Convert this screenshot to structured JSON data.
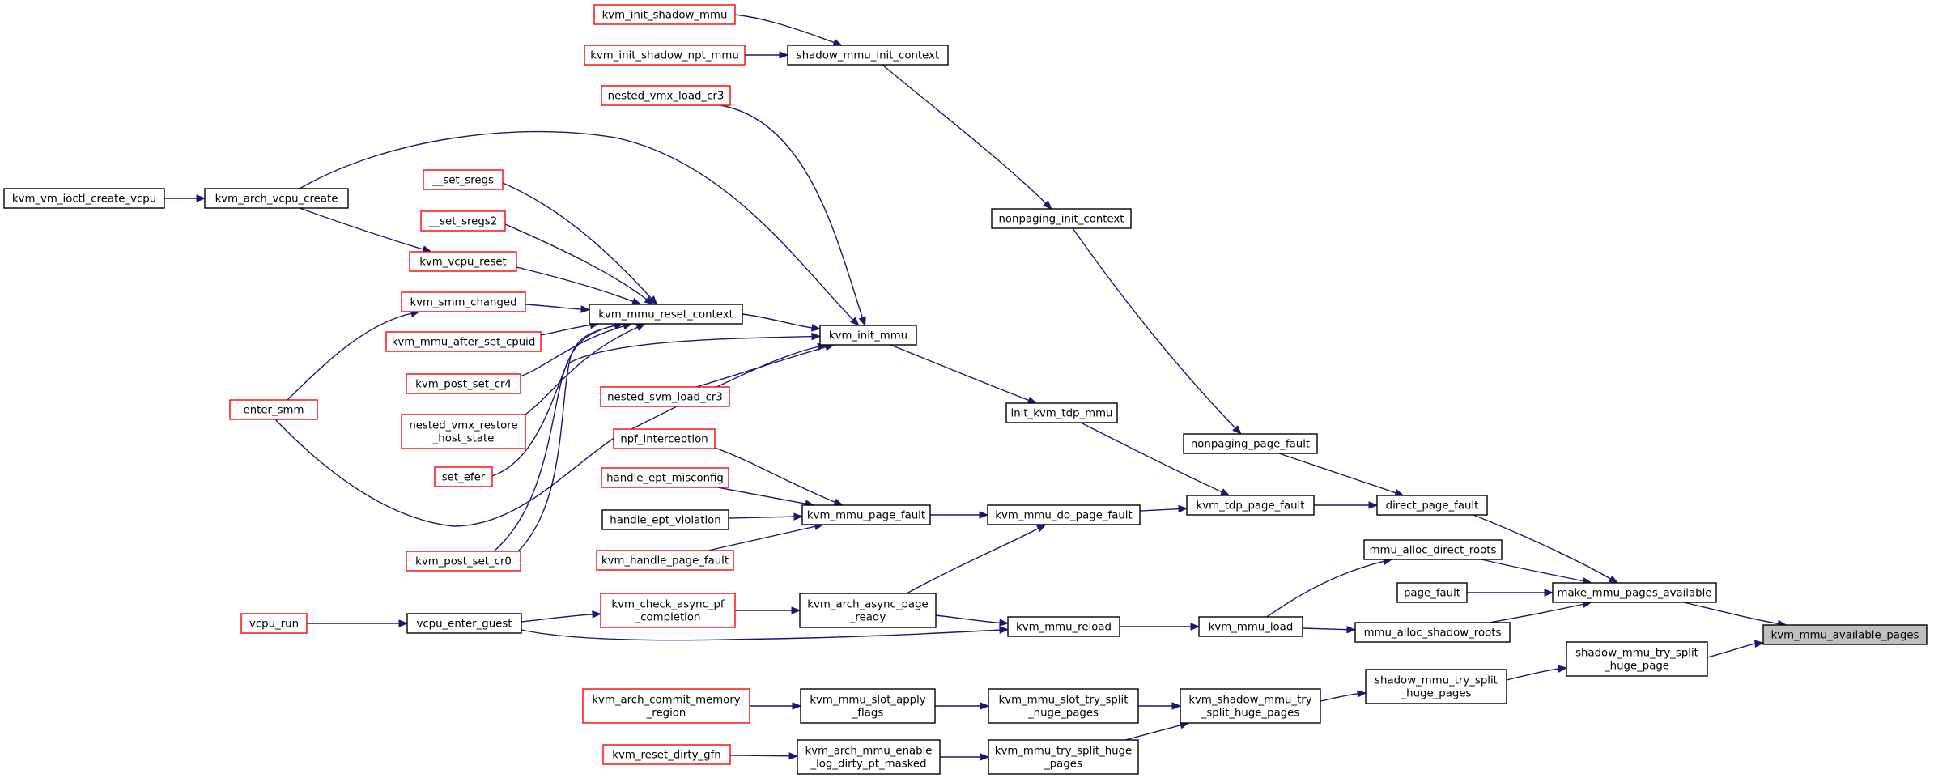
{
  "diagram": {
    "nodes": [
      {
        "id": "kvm_mmu_available_pages",
        "lines": [
          "kvm_mmu_available_pages"
        ],
        "style": "root"
      },
      {
        "id": "make_mmu_pages_available",
        "lines": [
          "make_mmu_pages_available"
        ],
        "style": "black"
      },
      {
        "id": "shadow_mmu_try_split_huge_page",
        "lines": [
          "shadow_mmu_try_split",
          "_huge_page"
        ],
        "style": "black"
      },
      {
        "id": "direct_page_fault",
        "lines": [
          "direct_page_fault"
        ],
        "style": "black"
      },
      {
        "id": "mmu_alloc_direct_roots",
        "lines": [
          "mmu_alloc_direct_roots"
        ],
        "style": "black"
      },
      {
        "id": "page_fault",
        "lines": [
          "page_fault"
        ],
        "style": "black"
      },
      {
        "id": "mmu_alloc_shadow_roots",
        "lines": [
          "mmu_alloc_shadow_roots"
        ],
        "style": "black"
      },
      {
        "id": "shadow_mmu_try_split_huge_pages",
        "lines": [
          "shadow_mmu_try_split",
          "_huge_pages"
        ],
        "style": "black"
      },
      {
        "id": "nonpaging_page_fault",
        "lines": [
          "nonpaging_page_fault"
        ],
        "style": "black"
      },
      {
        "id": "kvm_tdp_page_fault",
        "lines": [
          "kvm_tdp_page_fault"
        ],
        "style": "black"
      },
      {
        "id": "kvm_mmu_load",
        "lines": [
          "kvm_mmu_load"
        ],
        "style": "black"
      },
      {
        "id": "kvm_shadow_mmu_try_split_huge_pages",
        "lines": [
          "kvm_shadow_mmu_try",
          "_split_huge_pages"
        ],
        "style": "black"
      },
      {
        "id": "nonpaging_init_context",
        "lines": [
          "nonpaging_init_context"
        ],
        "style": "black"
      },
      {
        "id": "init_kvm_tdp_mmu",
        "lines": [
          "init_kvm_tdp_mmu"
        ],
        "style": "black"
      },
      {
        "id": "kvm_mmu_do_page_fault",
        "lines": [
          "kvm_mmu_do_page_fault"
        ],
        "style": "black"
      },
      {
        "id": "kvm_mmu_reload",
        "lines": [
          "kvm_mmu_reload"
        ],
        "style": "black"
      },
      {
        "id": "kvm_mmu_slot_try_split_huge_pages",
        "lines": [
          "kvm_mmu_slot_try_split",
          "_huge_pages"
        ],
        "style": "black"
      },
      {
        "id": "kvm_mmu_try_split_huge_pages",
        "lines": [
          "kvm_mmu_try_split_huge",
          "_pages"
        ],
        "style": "black"
      },
      {
        "id": "shadow_mmu_init_context",
        "lines": [
          "shadow_mmu_init_context"
        ],
        "style": "black"
      },
      {
        "id": "kvm_init_mmu",
        "lines": [
          "kvm_init_mmu"
        ],
        "style": "black"
      },
      {
        "id": "kvm_mmu_page_fault",
        "lines": [
          "kvm_mmu_page_fault"
        ],
        "style": "black"
      },
      {
        "id": "kvm_arch_async_page_ready",
        "lines": [
          "kvm_arch_async_page",
          "_ready"
        ],
        "style": "black"
      },
      {
        "id": "kvm_mmu_slot_apply_flags",
        "lines": [
          "kvm_mmu_slot_apply",
          "_flags"
        ],
        "style": "black"
      },
      {
        "id": "kvm_arch_mmu_enable_log_dirty_pt_masked",
        "lines": [
          "kvm_arch_mmu_enable",
          "_log_dirty_pt_masked"
        ],
        "style": "black"
      },
      {
        "id": "kvm_init_shadow_mmu",
        "lines": [
          "kvm_init_shadow_mmu"
        ],
        "style": "red"
      },
      {
        "id": "kvm_init_shadow_npt_mmu",
        "lines": [
          "kvm_init_shadow_npt_mmu"
        ],
        "style": "red"
      },
      {
        "id": "nested_vmx_load_cr3",
        "lines": [
          "nested_vmx_load_cr3"
        ],
        "style": "red"
      },
      {
        "id": "kvm_mmu_reset_context",
        "lines": [
          "kvm_mmu_reset_context"
        ],
        "style": "black"
      },
      {
        "id": "nested_svm_load_cr3",
        "lines": [
          "nested_svm_load_cr3"
        ],
        "style": "red"
      },
      {
        "id": "kvm_arch_vcpu_create",
        "lines": [
          "kvm_arch_vcpu_create"
        ],
        "style": "black"
      },
      {
        "id": "npf_interception",
        "lines": [
          "npf_interception"
        ],
        "style": "red"
      },
      {
        "id": "handle_ept_misconfig",
        "lines": [
          "handle_ept_misconfig"
        ],
        "style": "red"
      },
      {
        "id": "handle_ept_violation",
        "lines": [
          "handle_ept_violation"
        ],
        "style": "black"
      },
      {
        "id": "kvm_handle_page_fault",
        "lines": [
          "kvm_handle_page_fault"
        ],
        "style": "red"
      },
      {
        "id": "kvm_check_async_pf_completion",
        "lines": [
          "kvm_check_async_pf",
          "_completion"
        ],
        "style": "red"
      },
      {
        "id": "vcpu_enter_guest",
        "lines": [
          "vcpu_enter_guest"
        ],
        "style": "black"
      },
      {
        "id": "kvm_arch_commit_memory_region",
        "lines": [
          "kvm_arch_commit_memory",
          "_region"
        ],
        "style": "red"
      },
      {
        "id": "kvm_reset_dirty_gfn",
        "lines": [
          "kvm_reset_dirty_gfn"
        ],
        "style": "red"
      },
      {
        "id": "__set_sregs",
        "lines": [
          "__set_sregs"
        ],
        "style": "red"
      },
      {
        "id": "__set_sregs2",
        "lines": [
          "__set_sregs2"
        ],
        "style": "red"
      },
      {
        "id": "kvm_vcpu_reset",
        "lines": [
          "kvm_vcpu_reset"
        ],
        "style": "red"
      },
      {
        "id": "kvm_smm_changed",
        "lines": [
          "kvm_smm_changed"
        ],
        "style": "red"
      },
      {
        "id": "kvm_mmu_after_set_cpuid",
        "lines": [
          "kvm_mmu_after_set_cpuid"
        ],
        "style": "red"
      },
      {
        "id": "kvm_post_set_cr4",
        "lines": [
          "kvm_post_set_cr4"
        ],
        "style": "red"
      },
      {
        "id": "nested_vmx_restore_host_state",
        "lines": [
          "nested_vmx_restore",
          "_host_state"
        ],
        "style": "red"
      },
      {
        "id": "set_efer",
        "lines": [
          "set_efer"
        ],
        "style": "red"
      },
      {
        "id": "kvm_post_set_cr0",
        "lines": [
          "kvm_post_set_cr0"
        ],
        "style": "red"
      },
      {
        "id": "kvm_vm_ioctl_create_vcpu",
        "lines": [
          "kvm_vm_ioctl_create_vcpu"
        ],
        "style": "black"
      },
      {
        "id": "enter_smm",
        "lines": [
          "enter_smm"
        ],
        "style": "red"
      },
      {
        "id": "vcpu_run",
        "lines": [
          "vcpu_run"
        ],
        "style": "red"
      }
    ],
    "edges": [
      {
        "from": "make_mmu_pages_available",
        "to": "kvm_mmu_available_pages"
      },
      {
        "from": "shadow_mmu_try_split_huge_page",
        "to": "kvm_mmu_available_pages"
      },
      {
        "from": "direct_page_fault",
        "to": "make_mmu_pages_available"
      },
      {
        "from": "mmu_alloc_direct_roots",
        "to": "make_mmu_pages_available"
      },
      {
        "from": "page_fault",
        "to": "make_mmu_pages_available"
      },
      {
        "from": "mmu_alloc_shadow_roots",
        "to": "make_mmu_pages_available"
      },
      {
        "from": "shadow_mmu_try_split_huge_pages",
        "to": "shadow_mmu_try_split_huge_page"
      },
      {
        "from": "nonpaging_page_fault",
        "to": "direct_page_fault"
      },
      {
        "from": "kvm_tdp_page_fault",
        "to": "direct_page_fault"
      },
      {
        "from": "kvm_mmu_load",
        "to": "mmu_alloc_direct_roots"
      },
      {
        "from": "kvm_mmu_load",
        "to": "mmu_alloc_shadow_roots"
      },
      {
        "from": "kvm_shadow_mmu_try_split_huge_pages",
        "to": "shadow_mmu_try_split_huge_pages"
      },
      {
        "from": "nonpaging_init_context",
        "to": "nonpaging_page_fault"
      },
      {
        "from": "init_kvm_tdp_mmu",
        "to": "kvm_tdp_page_fault"
      },
      {
        "from": "kvm_mmu_do_page_fault",
        "to": "kvm_tdp_page_fault"
      },
      {
        "from": "kvm_mmu_reload",
        "to": "kvm_mmu_load"
      },
      {
        "from": "kvm_mmu_slot_try_split_huge_pages",
        "to": "kvm_shadow_mmu_try_split_huge_pages"
      },
      {
        "from": "kvm_mmu_try_split_huge_pages",
        "to": "kvm_shadow_mmu_try_split_huge_pages"
      },
      {
        "from": "shadow_mmu_init_context",
        "to": "nonpaging_init_context"
      },
      {
        "from": "kvm_init_mmu",
        "to": "init_kvm_tdp_mmu"
      },
      {
        "from": "kvm_mmu_page_fault",
        "to": "kvm_mmu_do_page_fault"
      },
      {
        "from": "kvm_arch_async_page_ready",
        "to": "kvm_mmu_do_page_fault"
      },
      {
        "from": "kvm_arch_async_page_ready",
        "to": "kvm_mmu_reload"
      },
      {
        "from": "vcpu_enter_guest",
        "to": "kvm_mmu_reload"
      },
      {
        "from": "kvm_mmu_slot_apply_flags",
        "to": "kvm_mmu_slot_try_split_huge_pages"
      },
      {
        "from": "kvm_arch_mmu_enable_log_dirty_pt_masked",
        "to": "kvm_mmu_try_split_huge_pages"
      },
      {
        "from": "kvm_init_shadow_mmu",
        "to": "shadow_mmu_init_context"
      },
      {
        "from": "kvm_init_shadow_npt_mmu",
        "to": "shadow_mmu_init_context"
      },
      {
        "from": "nested_vmx_load_cr3",
        "to": "kvm_init_mmu"
      },
      {
        "from": "kvm_mmu_reset_context",
        "to": "kvm_init_mmu"
      },
      {
        "from": "nested_svm_load_cr3",
        "to": "kvm_init_mmu"
      },
      {
        "from": "kvm_arch_vcpu_create",
        "to": "kvm_init_mmu"
      },
      {
        "from": "npf_interception",
        "to": "kvm_mmu_page_fault"
      },
      {
        "from": "handle_ept_misconfig",
        "to": "kvm_mmu_page_fault"
      },
      {
        "from": "handle_ept_violation",
        "to": "kvm_mmu_page_fault"
      },
      {
        "from": "kvm_handle_page_fault",
        "to": "kvm_mmu_page_fault"
      },
      {
        "from": "kvm_check_async_pf_completion",
        "to": "kvm_arch_async_page_ready"
      },
      {
        "from": "vcpu_enter_guest",
        "to": "kvm_check_async_pf_completion"
      },
      {
        "from": "kvm_arch_commit_memory_region",
        "to": "kvm_mmu_slot_apply_flags"
      },
      {
        "from": "kvm_reset_dirty_gfn",
        "to": "kvm_arch_mmu_enable_log_dirty_pt_masked"
      },
      {
        "from": "__set_sregs",
        "to": "kvm_mmu_reset_context"
      },
      {
        "from": "__set_sregs2",
        "to": "kvm_mmu_reset_context"
      },
      {
        "from": "kvm_vcpu_reset",
        "to": "kvm_mmu_reset_context"
      },
      {
        "from": "kvm_smm_changed",
        "to": "kvm_mmu_reset_context"
      },
      {
        "from": "kvm_mmu_after_set_cpuid",
        "to": "kvm_mmu_reset_context"
      },
      {
        "from": "kvm_post_set_cr4",
        "to": "kvm_mmu_reset_context"
      },
      {
        "from": "nested_vmx_restore_host_state",
        "to": "kvm_mmu_reset_context"
      },
      {
        "from": "set_efer",
        "to": "kvm_mmu_reset_context"
      },
      {
        "from": "kvm_post_set_cr0",
        "to": "kvm_mmu_reset_context"
      },
      {
        "from": "kvm_post_set_cr0",
        "to": "kvm_init_mmu"
      },
      {
        "from": "enter_smm",
        "to": "kvm_init_mmu"
      },
      {
        "from": "kvm_vm_ioctl_create_vcpu",
        "to": "kvm_arch_vcpu_create"
      },
      {
        "from": "kvm_arch_vcpu_create",
        "to": "kvm_vcpu_reset"
      },
      {
        "from": "enter_smm",
        "to": "kvm_smm_changed"
      },
      {
        "from": "vcpu_run",
        "to": "vcpu_enter_guest"
      }
    ]
  },
  "colors": {
    "edge": "#191970",
    "border_default": "#000000",
    "border_external": "#ff0000",
    "root_fill": "#bfbfbf"
  }
}
